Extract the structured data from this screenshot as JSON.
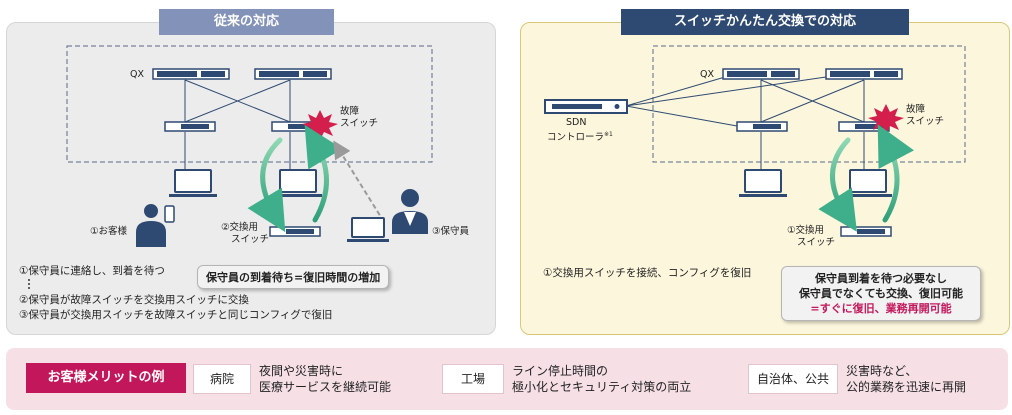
{
  "left_panel": {
    "title": "従来の対応",
    "qx": "QX",
    "faulty_switch": [
      "故障",
      "スイッチ"
    ],
    "customer": "①お客様",
    "replacement_switch": [
      "②交換用",
      "スイッチ"
    ],
    "maintenance": "③保守員",
    "steps": [
      "①保守員に連絡し、到着を待つ",
      "②保守員が故障スイッチを交換用スイッチに交換",
      "③保守員が交換用スイッチを故障スイッチと同じコンフィグで復旧"
    ],
    "callout": "保守員の到着待ち=復旧時間の増加"
  },
  "right_panel": {
    "title": "スイッチかんたん交換での対応",
    "qx": "QX",
    "sdn_label": "SDN",
    "sdn_sublabel": "コントローラ",
    "sdn_note": "※1",
    "faulty_switch": [
      "故障",
      "スイッチ"
    ],
    "replacement_switch": [
      "①交換用",
      "スイッチ"
    ],
    "step": "①交換用スイッチを接続、コンフィグを復旧",
    "callout": [
      "保守員到着を待つ必要なし",
      "保守員でなくても交換、復旧可能",
      "=すぐに復旧、業務再開可能"
    ]
  },
  "benefits": {
    "label": "お客様メリットの例",
    "items": [
      {
        "category": "病院",
        "desc": [
          "夜間や災害時に",
          "医療サービスを継続可能"
        ]
      },
      {
        "category": "工場",
        "desc": [
          "ライン停止時間の",
          "極小化とセキュリティ対策の両立"
        ]
      },
      {
        "category": "自治体、公共",
        "desc": [
          "災害時など、",
          "公的業務を迅速に再開"
        ]
      }
    ]
  },
  "colors": {
    "device_blue": "#2f4a72",
    "alert_red": "#d41e4b",
    "arrow_green": "#3fae8a",
    "accent_pink": "#c2185b"
  }
}
